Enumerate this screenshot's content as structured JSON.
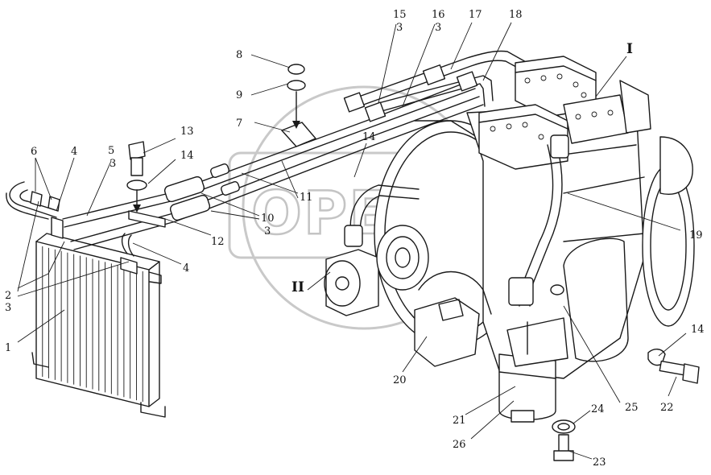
{
  "watermark": "OPEX",
  "callouts": [
    {
      "id": "c1",
      "text": "1"
    },
    {
      "id": "c2",
      "text": "2"
    },
    {
      "id": "c2b",
      "text": "3"
    },
    {
      "id": "c4a",
      "text": "4"
    },
    {
      "id": "c4b",
      "text": "4"
    },
    {
      "id": "c5",
      "text": "5"
    },
    {
      "id": "c5b",
      "text": "3"
    },
    {
      "id": "c6",
      "text": "6"
    },
    {
      "id": "c7",
      "text": "7"
    },
    {
      "id": "c8",
      "text": "8"
    },
    {
      "id": "c9",
      "text": "9"
    },
    {
      "id": "c10",
      "text": "10"
    },
    {
      "id": "c10b",
      "text": "3"
    },
    {
      "id": "c11",
      "text": "11"
    },
    {
      "id": "c12",
      "text": "12"
    },
    {
      "id": "c13",
      "text": "13"
    },
    {
      "id": "c14a",
      "text": "14"
    },
    {
      "id": "c14b",
      "text": "14"
    },
    {
      "id": "c14c",
      "text": "14"
    },
    {
      "id": "c15",
      "text": "15"
    },
    {
      "id": "c15b",
      "text": "3"
    },
    {
      "id": "c16",
      "text": "16"
    },
    {
      "id": "c16b",
      "text": "3"
    },
    {
      "id": "c17",
      "text": "17"
    },
    {
      "id": "c18",
      "text": "18"
    },
    {
      "id": "c19",
      "text": "19"
    },
    {
      "id": "c20",
      "text": "20"
    },
    {
      "id": "c21",
      "text": "21"
    },
    {
      "id": "c22",
      "text": "22"
    },
    {
      "id": "c23",
      "text": "23"
    },
    {
      "id": "c24",
      "text": "24"
    },
    {
      "id": "c25",
      "text": "25"
    },
    {
      "id": "c26",
      "text": "26"
    },
    {
      "id": "cI",
      "text": "I"
    },
    {
      "id": "cII",
      "text": "II"
    }
  ]
}
